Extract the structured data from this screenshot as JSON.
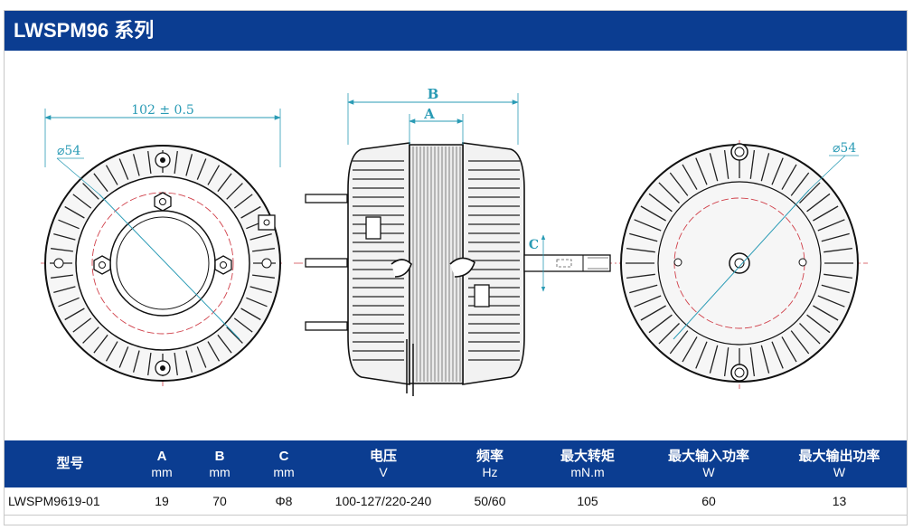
{
  "title": "LWSPM96 系列",
  "drawing": {
    "dim_width": "102 ± 0.5",
    "dim_dia_left": "⌀54",
    "dim_dia_right": "⌀54",
    "dim_b": "B",
    "dim_a": "A",
    "dim_c": "C"
  },
  "table": {
    "headers": [
      {
        "name": "型号",
        "unit": ""
      },
      {
        "name": "A",
        "unit": "mm"
      },
      {
        "name": "B",
        "unit": "mm"
      },
      {
        "name": "C",
        "unit": "mm"
      },
      {
        "name": "电压",
        "unit": "V"
      },
      {
        "name": "频率",
        "unit": "Hz"
      },
      {
        "name": "最大转矩",
        "unit": "mN.m"
      },
      {
        "name": "最大输入功率",
        "unit": "W"
      },
      {
        "name": "最大输出功率",
        "unit": "W"
      }
    ],
    "rows": [
      [
        "LWSPM9619-01",
        "19",
        "70",
        "Φ8",
        "100-127/220-240",
        "50/60",
        "105",
        "60",
        "13"
      ]
    ]
  }
}
